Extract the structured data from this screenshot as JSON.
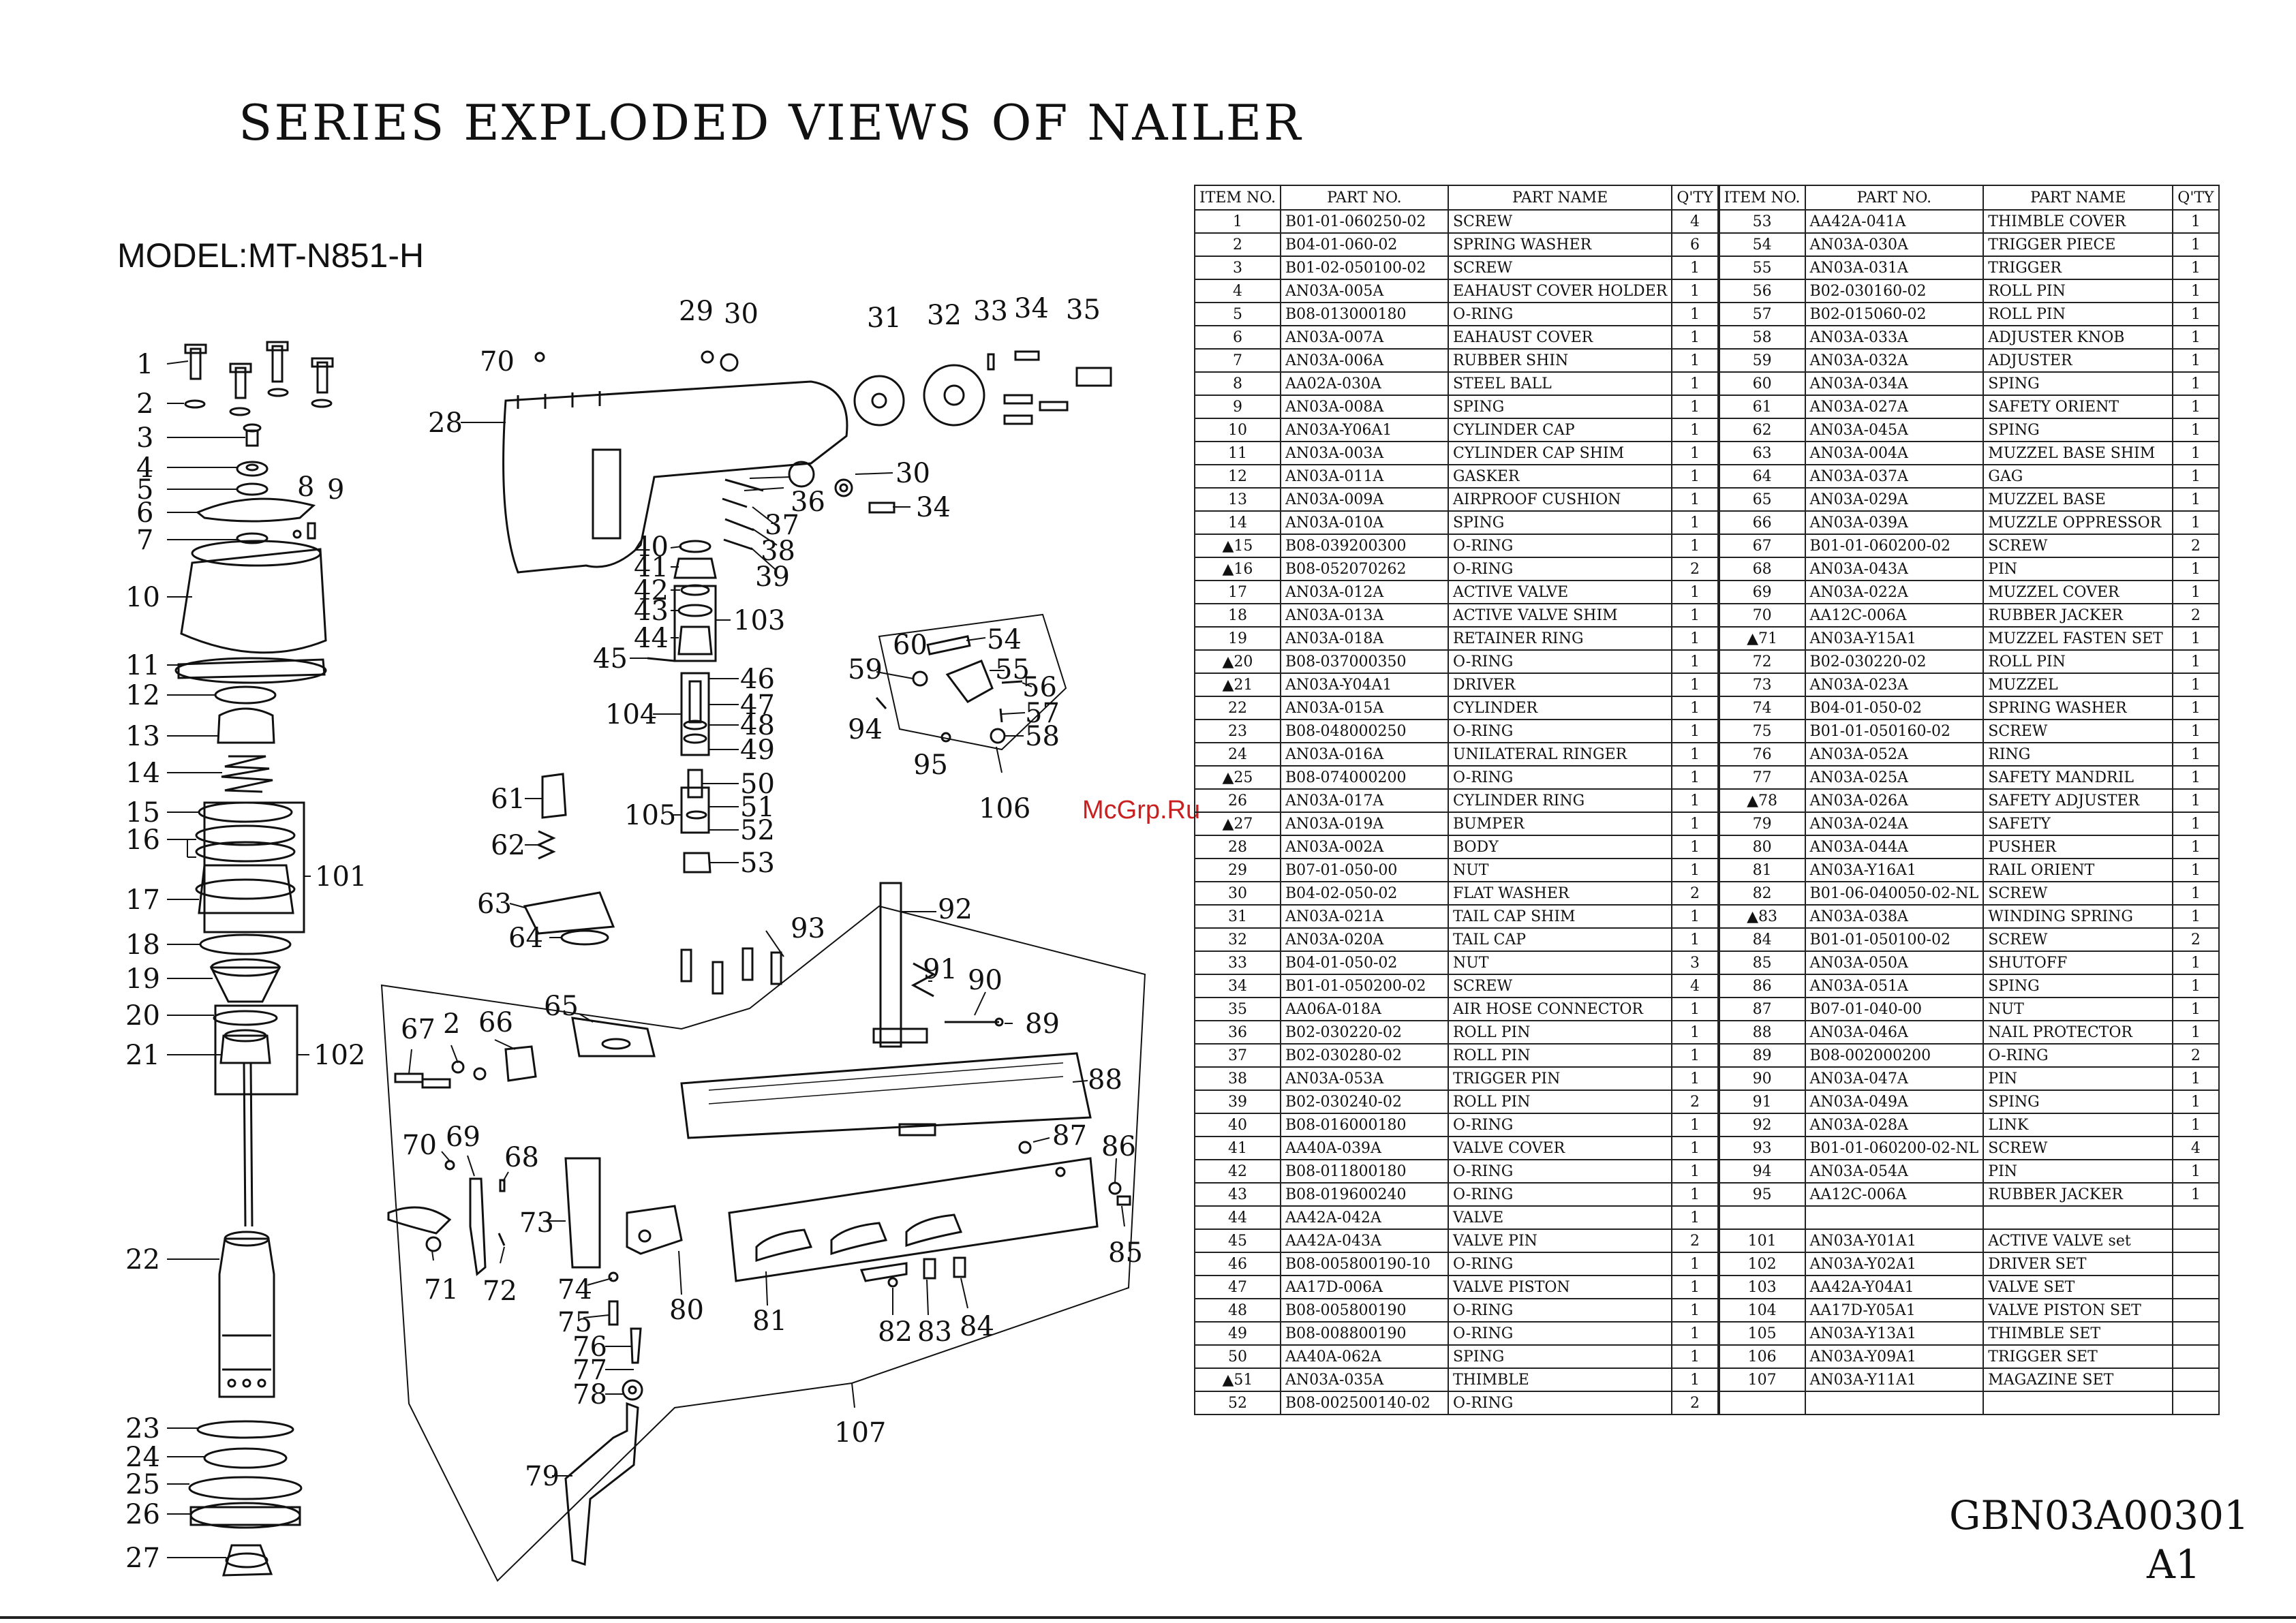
{
  "title": "SERIES EXPLODED VIEWS OF NAILER",
  "model": "MODEL:MT-N851-H",
  "watermark": "McGrp.Ru",
  "doc_code": "GBN03A00301",
  "doc_rev": "A1",
  "table_headers": [
    "ITEM NO.",
    "PART NO.",
    "PART NAME",
    "Q'TY",
    "ITEM NO.",
    "PART NO.",
    "PART NAME",
    "Q'TY"
  ],
  "rows_left": [
    {
      "no": "1",
      "pn": "B01-01-060250-02",
      "name": "SCREW",
      "qty": "4"
    },
    {
      "no": "2",
      "pn": "B04-01-060-02",
      "name": "SPRING WASHER",
      "qty": "6"
    },
    {
      "no": "3",
      "pn": "B01-02-050100-02",
      "name": "SCREW",
      "qty": "1"
    },
    {
      "no": "4",
      "pn": "AN03A-005A",
      "name": "EAHAUST COVER HOLDER",
      "qty": "1"
    },
    {
      "no": "5",
      "pn": "B08-013000180",
      "name": "O-RING",
      "qty": "1"
    },
    {
      "no": "6",
      "pn": "AN03A-007A",
      "name": "EAHAUST COVER",
      "qty": "1"
    },
    {
      "no": "7",
      "pn": "AN03A-006A",
      "name": "RUBBER SHIN",
      "qty": "1"
    },
    {
      "no": "8",
      "pn": "AA02A-030A",
      "name": "STEEL BALL",
      "qty": "1"
    },
    {
      "no": "9",
      "pn": "AN03A-008A",
      "name": "SPING",
      "qty": "1"
    },
    {
      "no": "10",
      "pn": "AN03A-Y06A1",
      "name": "CYLINDER CAP",
      "qty": "1"
    },
    {
      "no": "11",
      "pn": "AN03A-003A",
      "name": "CYLINDER CAP SHIM",
      "qty": "1"
    },
    {
      "no": "12",
      "pn": "AN03A-011A",
      "name": "GASKER",
      "qty": "1"
    },
    {
      "no": "13",
      "pn": "AN03A-009A",
      "name": "AIRPROOF CUSHION",
      "qty": "1"
    },
    {
      "no": "14",
      "pn": "AN03A-010A",
      "name": "SPING",
      "qty": "1"
    },
    {
      "no": "▲15",
      "pn": "B08-039200300",
      "name": "O-RING",
      "qty": "1"
    },
    {
      "no": "▲16",
      "pn": "B08-052070262",
      "name": "O-RING",
      "qty": "2"
    },
    {
      "no": "17",
      "pn": "AN03A-012A",
      "name": "ACTIVE VALVE",
      "qty": "1"
    },
    {
      "no": "18",
      "pn": "AN03A-013A",
      "name": "ACTIVE VALVE SHIM",
      "qty": "1"
    },
    {
      "no": "19",
      "pn": "AN03A-018A",
      "name": "RETAINER RING",
      "qty": "1"
    },
    {
      "no": "▲20",
      "pn": "B08-037000350",
      "name": "O-RING",
      "qty": "1"
    },
    {
      "no": "▲21",
      "pn": "AN03A-Y04A1",
      "name": "DRIVER",
      "qty": "1"
    },
    {
      "no": "22",
      "pn": "AN03A-015A",
      "name": "CYLINDER",
      "qty": "1"
    },
    {
      "no": "23",
      "pn": "B08-048000250",
      "name": "O-RING",
      "qty": "1"
    },
    {
      "no": "24",
      "pn": "AN03A-016A",
      "name": "UNILATERAL RINGER",
      "qty": "1"
    },
    {
      "no": "▲25",
      "pn": "B08-074000200",
      "name": "O-RING",
      "qty": "1"
    },
    {
      "no": "26",
      "pn": "AN03A-017A",
      "name": "CYLINDER RING",
      "qty": "1"
    },
    {
      "no": "▲27",
      "pn": "AN03A-019A",
      "name": "BUMPER",
      "qty": "1"
    },
    {
      "no": "28",
      "pn": "AN03A-002A",
      "name": "BODY",
      "qty": "1"
    },
    {
      "no": "29",
      "pn": "B07-01-050-00",
      "name": "NUT",
      "qty": "1"
    },
    {
      "no": "30",
      "pn": "B04-02-050-02",
      "name": "FLAT WASHER",
      "qty": "2"
    },
    {
      "no": "31",
      "pn": "AN03A-021A",
      "name": "TAIL CAP SHIM",
      "qty": "1"
    },
    {
      "no": "32",
      "pn": "AN03A-020A",
      "name": "TAIL CAP",
      "qty": "1"
    },
    {
      "no": "33",
      "pn": "B04-01-050-02",
      "name": "NUT",
      "qty": "3"
    },
    {
      "no": "34",
      "pn": "B01-01-050200-02",
      "name": "SCREW",
      "qty": "4"
    },
    {
      "no": "35",
      "pn": "AA06A-018A",
      "name": "AIR HOSE CONNECTOR",
      "qty": "1"
    },
    {
      "no": "36",
      "pn": "B02-030220-02",
      "name": "ROLL PIN",
      "qty": "1"
    },
    {
      "no": "37",
      "pn": "B02-030280-02",
      "name": "ROLL PIN",
      "qty": "1"
    },
    {
      "no": "38",
      "pn": "AN03A-053A",
      "name": "TRIGGER PIN",
      "qty": "1"
    },
    {
      "no": "39",
      "pn": "B02-030240-02",
      "name": "ROLL PIN",
      "qty": "2"
    },
    {
      "no": "40",
      "pn": "B08-016000180",
      "name": "O-RING",
      "qty": "1"
    },
    {
      "no": "41",
      "pn": "AA40A-039A",
      "name": "VALVE COVER",
      "qty": "1"
    },
    {
      "no": "42",
      "pn": "B08-011800180",
      "name": "O-RING",
      "qty": "1"
    },
    {
      "no": "43",
      "pn": "B08-019600240",
      "name": "O-RING",
      "qty": "1"
    },
    {
      "no": "44",
      "pn": "AA42A-042A",
      "name": "VALVE",
      "qty": "1"
    },
    {
      "no": "45",
      "pn": "AA42A-043A",
      "name": "VALVE PIN",
      "qty": "2"
    },
    {
      "no": "46",
      "pn": "B08-005800190-10",
      "name": "O-RING",
      "qty": "1"
    },
    {
      "no": "47",
      "pn": "AA17D-006A",
      "name": "VALVE PISTON",
      "qty": "1"
    },
    {
      "no": "48",
      "pn": "B08-005800190",
      "name": "O-RING",
      "qty": "1"
    },
    {
      "no": "49",
      "pn": "B08-008800190",
      "name": "O-RING",
      "qty": "1"
    },
    {
      "no": "50",
      "pn": "AA40A-062A",
      "name": "SPING",
      "qty": "1"
    },
    {
      "no": "▲51",
      "pn": "AN03A-035A",
      "name": "THIMBLE",
      "qty": "1"
    },
    {
      "no": "52",
      "pn": "B08-002500140-02",
      "name": "O-RING",
      "qty": "2"
    }
  ],
  "rows_right": [
    {
      "no": "53",
      "pn": "AA42A-041A",
      "name": "THIMBLE COVER",
      "qty": "1"
    },
    {
      "no": "54",
      "pn": "AN03A-030A",
      "name": "TRIGGER PIECE",
      "qty": "1"
    },
    {
      "no": "55",
      "pn": "AN03A-031A",
      "name": "TRIGGER",
      "qty": "1"
    },
    {
      "no": "56",
      "pn": "B02-030160-02",
      "name": "ROLL PIN",
      "qty": "1"
    },
    {
      "no": "57",
      "pn": "B02-015060-02",
      "name": "ROLL PIN",
      "qty": "1"
    },
    {
      "no": "58",
      "pn": "AN03A-033A",
      "name": "ADJUSTER KNOB",
      "qty": "1"
    },
    {
      "no": "59",
      "pn": "AN03A-032A",
      "name": "ADJUSTER",
      "qty": "1"
    },
    {
      "no": "60",
      "pn": "AN03A-034A",
      "name": "SPING",
      "qty": "1"
    },
    {
      "no": "61",
      "pn": "AN03A-027A",
      "name": "SAFETY ORIENT",
      "qty": "1"
    },
    {
      "no": "62",
      "pn": "AN03A-045A",
      "name": "SPING",
      "qty": "1"
    },
    {
      "no": "63",
      "pn": "AN03A-004A",
      "name": "MUZZEL BASE SHIM",
      "qty": "1"
    },
    {
      "no": "64",
      "pn": "AN03A-037A",
      "name": "GAG",
      "qty": "1"
    },
    {
      "no": "65",
      "pn": "AN03A-029A",
      "name": "MUZZEL BASE",
      "qty": "1"
    },
    {
      "no": "66",
      "pn": "AN03A-039A",
      "name": "MUZZLE OPPRESSOR",
      "qty": "1"
    },
    {
      "no": "67",
      "pn": "B01-01-060200-02",
      "name": "SCREW",
      "qty": "2"
    },
    {
      "no": "68",
      "pn": "AN03A-043A",
      "name": "PIN",
      "qty": "1"
    },
    {
      "no": "69",
      "pn": "AN03A-022A",
      "name": "MUZZEL COVER",
      "qty": "1"
    },
    {
      "no": "70",
      "pn": "AA12C-006A",
      "name": "RUBBER JACKER",
      "qty": "2"
    },
    {
      "no": "▲71",
      "pn": "AN03A-Y15A1",
      "name": "MUZZEL FASTEN SET",
      "qty": "1"
    },
    {
      "no": "72",
      "pn": "B02-030220-02",
      "name": "ROLL PIN",
      "qty": "1"
    },
    {
      "no": "73",
      "pn": "AN03A-023A",
      "name": "MUZZEL",
      "qty": "1"
    },
    {
      "no": "74",
      "pn": "B04-01-050-02",
      "name": "SPRING WASHER",
      "qty": "1"
    },
    {
      "no": "75",
      "pn": "B01-01-050160-02",
      "name": "SCREW",
      "qty": "1"
    },
    {
      "no": "76",
      "pn": "AN03A-052A",
      "name": "RING",
      "qty": "1"
    },
    {
      "no": "77",
      "pn": "AN03A-025A",
      "name": "SAFETY MANDRIL",
      "qty": "1"
    },
    {
      "no": "▲78",
      "pn": "AN03A-026A",
      "name": "SAFETY ADJUSTER",
      "qty": "1"
    },
    {
      "no": "79",
      "pn": "AN03A-024A",
      "name": "SAFETY",
      "qty": "1"
    },
    {
      "no": "80",
      "pn": "AN03A-044A",
      "name": "PUSHER",
      "qty": "1"
    },
    {
      "no": "81",
      "pn": "AN03A-Y16A1",
      "name": "RAIL ORIENT",
      "qty": "1"
    },
    {
      "no": "82",
      "pn": "B01-06-040050-02-NL",
      "name": "SCREW",
      "qty": "1"
    },
    {
      "no": "▲83",
      "pn": "AN03A-038A",
      "name": "WINDING SPRING",
      "qty": "1"
    },
    {
      "no": "84",
      "pn": "B01-01-050100-02",
      "name": "SCREW",
      "qty": "2"
    },
    {
      "no": "85",
      "pn": "AN03A-050A",
      "name": "SHUTOFF",
      "qty": "1"
    },
    {
      "no": "86",
      "pn": "AN03A-051A",
      "name": "SPING",
      "qty": "1"
    },
    {
      "no": "87",
      "pn": "B07-01-040-00",
      "name": "NUT",
      "qty": "1"
    },
    {
      "no": "88",
      "pn": "AN03A-046A",
      "name": "NAIL PROTECTOR",
      "qty": "1"
    },
    {
      "no": "89",
      "pn": "B08-002000200",
      "name": "O-RING",
      "qty": "2"
    },
    {
      "no": "90",
      "pn": "AN03A-047A",
      "name": "PIN",
      "qty": "1"
    },
    {
      "no": "91",
      "pn": "AN03A-049A",
      "name": "SPING",
      "qty": "1"
    },
    {
      "no": "92",
      "pn": "AN03A-028A",
      "name": "LINK",
      "qty": "1"
    },
    {
      "no": "93",
      "pn": "B01-01-060200-02-NL",
      "name": "SCREW",
      "qty": "4"
    },
    {
      "no": "94",
      "pn": "AN03A-054A",
      "name": "PIN",
      "qty": "1"
    },
    {
      "no": "95",
      "pn": "AA12C-006A",
      "name": "RUBBER JACKER",
      "qty": "1"
    },
    {
      "no": "",
      "pn": "",
      "name": "",
      "qty": ""
    },
    {
      "no": "101",
      "pn": "AN03A-Y01A1",
      "name": "ACTIVE VALVE set",
      "qty": ""
    },
    {
      "no": "102",
      "pn": "AN03A-Y02A1",
      "name": "DRIVER SET",
      "qty": ""
    },
    {
      "no": "103",
      "pn": "AA42A-Y04A1",
      "name": "VALVE SET",
      "qty": ""
    },
    {
      "no": "104",
      "pn": "AA17D-Y05A1",
      "name": "VALVE PISTON SET",
      "qty": ""
    },
    {
      "no": "105",
      "pn": "AN03A-Y13A1",
      "name": "THIMBLE SET",
      "qty": ""
    },
    {
      "no": "106",
      "pn": "AN03A-Y09A1",
      "name": "TRIGGER SET",
      "qty": ""
    },
    {
      "no": "107",
      "pn": "AN03A-Y11A1",
      "name": "MAGAZINE SET",
      "qty": ""
    },
    {
      "no": "",
      "pn": "",
      "name": "",
      "qty": ""
    }
  ],
  "callouts_col1": [
    "1",
    "2",
    "3",
    "4",
    "5",
    "6",
    "7",
    "8",
    "9",
    "10",
    "11",
    "12",
    "13",
    "14",
    "15",
    "16",
    "17",
    "18",
    "19",
    "20",
    "21",
    "22",
    "23",
    "24",
    "25",
    "26",
    "27",
    "101",
    "102"
  ],
  "callouts_body": [
    "29",
    "30",
    "31",
    "32",
    "33",
    "34",
    "35",
    "70",
    "28",
    "30",
    "34",
    "36",
    "37",
    "38",
    "39",
    "40",
    "41",
    "42",
    "43",
    "44",
    "103",
    "45",
    "46",
    "47",
    "48",
    "49",
    "104",
    "50",
    "51",
    "52",
    "105",
    "53",
    "61",
    "62",
    "63",
    "64"
  ],
  "callouts_trigger": [
    "60",
    "54",
    "59",
    "55",
    "56",
    "57",
    "94",
    "58",
    "95",
    "106"
  ],
  "callouts_magazine": [
    "93",
    "92",
    "91",
    "90",
    "89",
    "88",
    "65",
    "67",
    "2",
    "66",
    "87",
    "86",
    "85",
    "70",
    "69",
    "68",
    "73",
    "71",
    "72",
    "74",
    "75",
    "80",
    "81",
    "82",
    "83",
    "84",
    "76",
    "77",
    "78",
    "79",
    "107"
  ]
}
